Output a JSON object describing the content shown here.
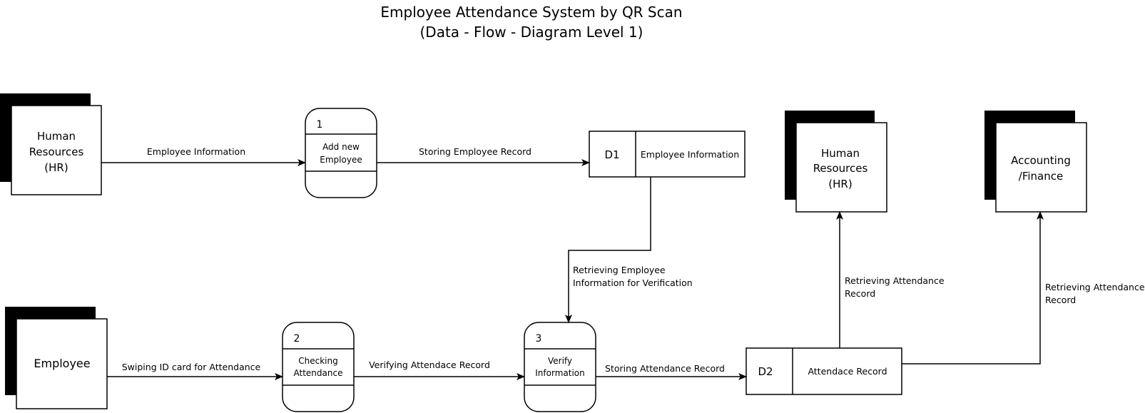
{
  "title": {
    "line1": "Employee Attendance System by QR Scan",
    "line2": "(Data - Flow - Diagram Level 1)"
  },
  "entities": {
    "hr_left": {
      "line1": "Human",
      "line2": "Resources",
      "line3": "(HR)"
    },
    "employee": {
      "line1": "Employee"
    },
    "hr_right": {
      "line1": "Human",
      "line2": "Resources",
      "line3": "(HR)"
    },
    "accounting": {
      "line1": "Accounting",
      "line2": "/Finance"
    }
  },
  "processes": {
    "p1": {
      "number": "1",
      "line1": "Add new",
      "line2": "Employee"
    },
    "p2": {
      "number": "2",
      "line1": "Checking",
      "line2": "Attendance"
    },
    "p3": {
      "number": "3",
      "line1": "Verify",
      "line2": "Information"
    }
  },
  "stores": {
    "d1": {
      "id": "D1",
      "name": "Employee Information"
    },
    "d2": {
      "id": "D2",
      "name": "Attendace Record"
    }
  },
  "flows": {
    "hr_to_p1": {
      "line1": "Employee Information"
    },
    "p1_to_d1": {
      "line1": "Storing Employee Record"
    },
    "d1_to_p3": {
      "line1": "Retrieving Employee",
      "line2": "Information for Verification"
    },
    "emp_to_p2": {
      "line1": "Swiping ID card for Attendance"
    },
    "p2_to_p3": {
      "line1": "Verifying Attendace Record"
    },
    "p3_to_d2": {
      "line1": "Storing Attendance Record"
    },
    "d2_to_hr": {
      "line1": "Retrieving Attendance",
      "line2": "Record"
    },
    "d2_to_acc": {
      "line1": "Retrieving Attendance",
      "line2": "Record"
    }
  }
}
